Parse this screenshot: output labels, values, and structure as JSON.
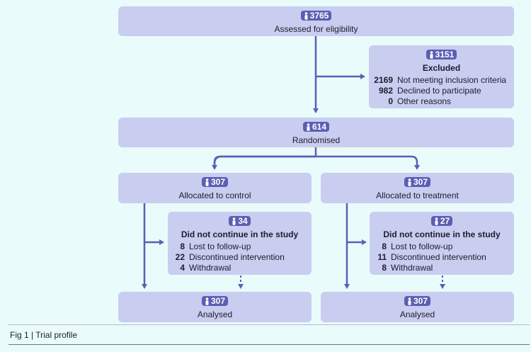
{
  "assessed": {
    "count": "3765",
    "label": "Assessed for eligibility"
  },
  "excluded": {
    "count": "3151",
    "title": "Excluded",
    "reasons": [
      {
        "count": "2169",
        "label": "Not meeting inclusion criteria"
      },
      {
        "count": "982",
        "label": "Declined to participate"
      },
      {
        "count": "0",
        "label": "Other reasons"
      }
    ]
  },
  "randomised": {
    "count": "614",
    "label": "Randomised"
  },
  "control": {
    "allocated": {
      "count": "307",
      "label": "Allocated to control"
    },
    "discontinued": {
      "count": "34",
      "title": "Did not continue in the study",
      "reasons": [
        {
          "count": "8",
          "label": "Lost to follow-up"
        },
        {
          "count": "22",
          "label": "Discontinued intervention"
        },
        {
          "count": "4",
          "label": "Withdrawal"
        }
      ]
    },
    "analysed": {
      "count": "307",
      "label": "Analysed"
    }
  },
  "treatment": {
    "allocated": {
      "count": "307",
      "label": "Allocated to treatment"
    },
    "discontinued": {
      "count": "27",
      "title": "Did not continue in the study",
      "reasons": [
        {
          "count": "8",
          "label": "Lost to follow-up"
        },
        {
          "count": "11",
          "label": "Discontinued intervention"
        },
        {
          "count": "8",
          "label": "Withdrawal"
        }
      ]
    },
    "analysed": {
      "count": "307",
      "label": "Analysed"
    }
  },
  "caption": "Fig 1 | Trial profile",
  "colors": {
    "background": "#e9fbfb",
    "box": "#c9cdf0",
    "accent": "#5b5fb3"
  },
  "icons": {
    "participant": "person-icon"
  }
}
